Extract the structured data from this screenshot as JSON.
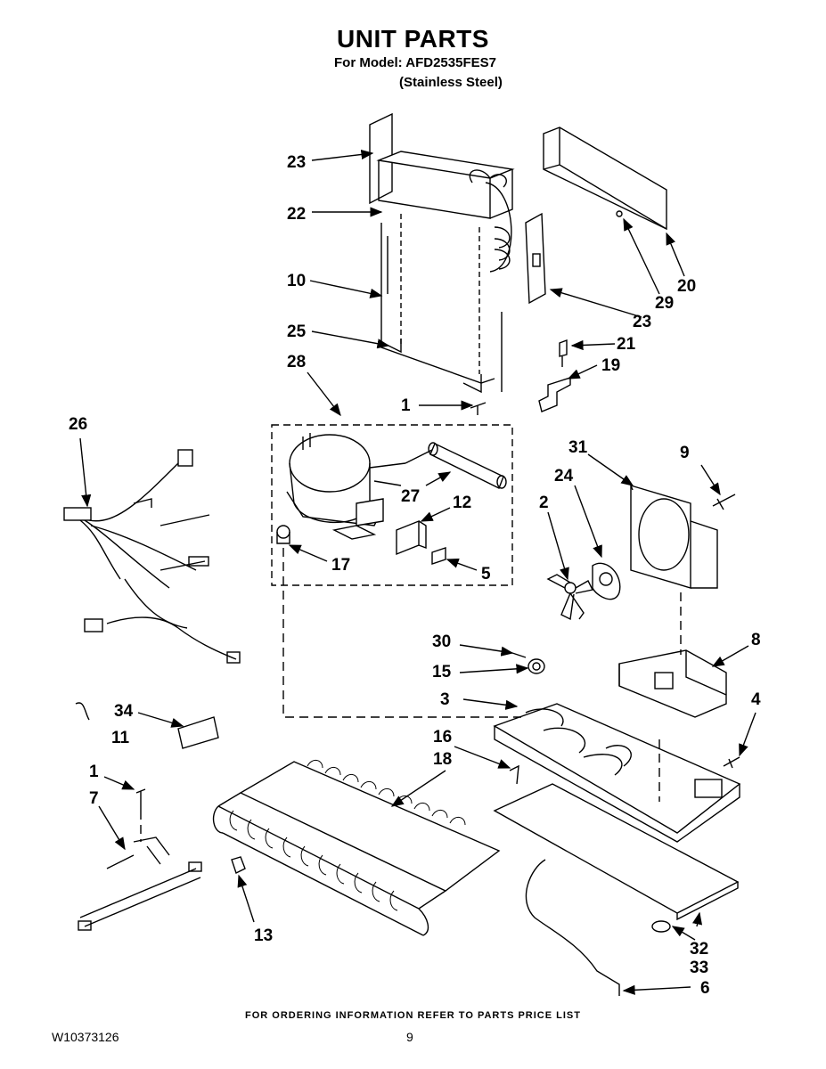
{
  "header": {
    "title": "UNIT PARTS",
    "model_line": "For Model: AFD2535FES7",
    "finish_line": "(Stainless Steel)"
  },
  "footer": {
    "ordering_note": "FOR ORDERING INFORMATION REFER TO PARTS PRICE LIST",
    "doc_number": "W10373126",
    "page_number": "9"
  },
  "callouts": {
    "evap_bracket_top": "23",
    "evaporator": "22",
    "defrost_sensor": "10",
    "evap_bracket_bottom": "25",
    "compressor_group": "28",
    "compressor_screw": "1",
    "filter_drier": "27",
    "relay": "12",
    "grommet": "17",
    "overload": "5",
    "fan_shroud_top": "20",
    "shroud_screw": "29",
    "evap_bracket_right": "23",
    "bracket_screw": "21",
    "clip": "19",
    "wiring_harness": "26",
    "fan_housing": "31",
    "fan_motor": "24",
    "fan_blade": "2",
    "housing_screw": "9",
    "tube_plug": "30",
    "grommet_15": "15",
    "base_pan": "3",
    "shroud_bracket": "8",
    "pan_screw": "4",
    "drain_screw": "16",
    "condenser": "18",
    "sensor_wire": "11",
    "label": "34",
    "harness_screw": "1",
    "ground_wire": "7",
    "condenser_clip": "13",
    "drip_tray": "32",
    "tray_foot": "33",
    "drain_tube": "6"
  }
}
